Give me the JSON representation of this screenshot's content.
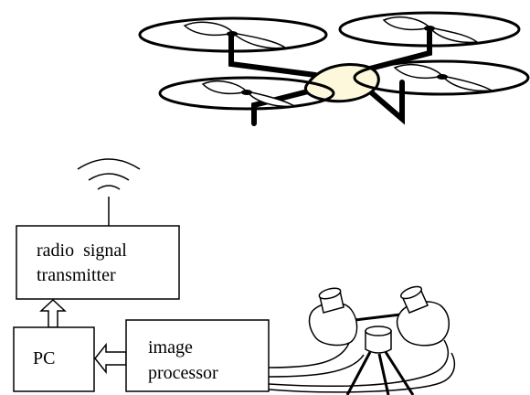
{
  "diagram": {
    "boxes": {
      "transmitter": {
        "line1": "radio  signal",
        "line2": "transmitter"
      },
      "pc": {
        "label": "PC"
      },
      "processor": {
        "line1": "image",
        "line2": "processor"
      }
    }
  }
}
